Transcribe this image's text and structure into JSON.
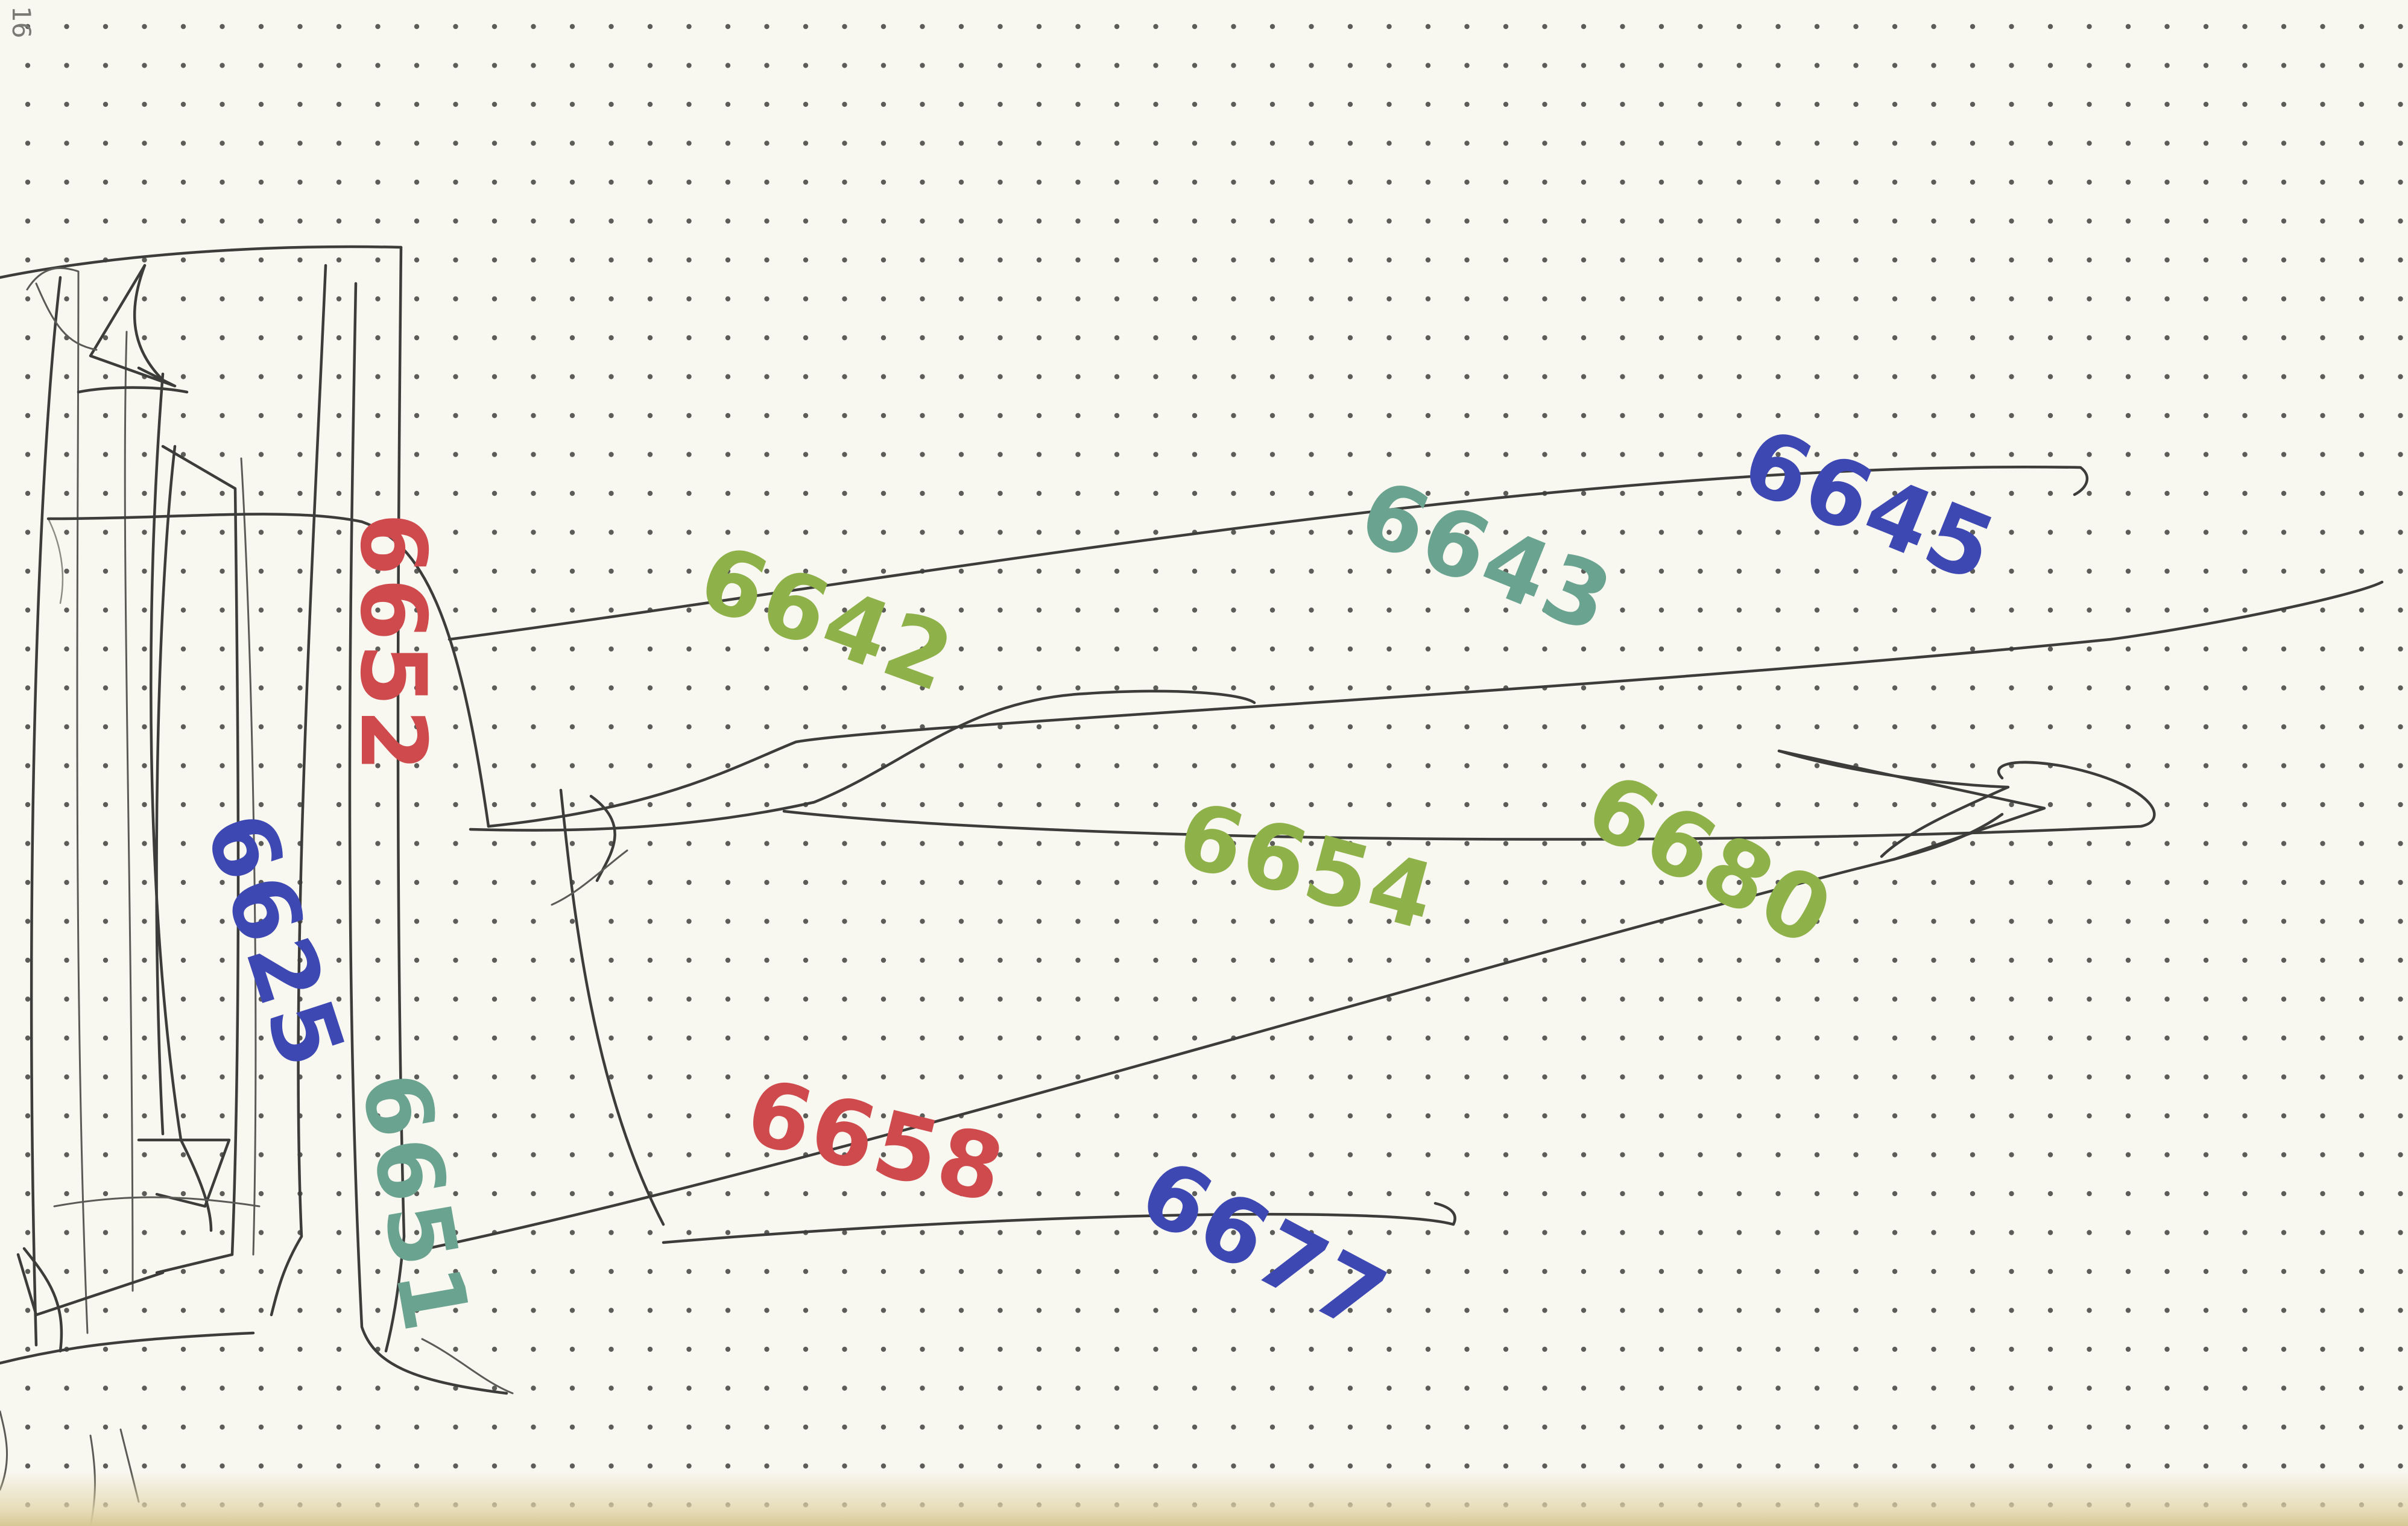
{
  "page_number": "16",
  "colors": {
    "red": "#cf4a4d",
    "green": "#8fb14a",
    "teal": "#6aa491",
    "blue": "#3d48b3",
    "pencil": "#3c3c3a",
    "dots": "#5c5c58"
  },
  "labels": [
    {
      "id": "label-6652",
      "text": "6652",
      "color": "red"
    },
    {
      "id": "label-6642",
      "text": "6642",
      "color": "green"
    },
    {
      "id": "label-6643",
      "text": "6643",
      "color": "teal"
    },
    {
      "id": "label-6645",
      "text": "6645",
      "color": "blue"
    },
    {
      "id": "label-6654",
      "text": "6654",
      "color": "green"
    },
    {
      "id": "label-6680",
      "text": "6680",
      "color": "green"
    },
    {
      "id": "label-6625",
      "text": "6625",
      "color": "blue"
    },
    {
      "id": "label-6651",
      "text": "6651",
      "color": "teal"
    },
    {
      "id": "label-6658",
      "text": "6658",
      "color": "red"
    },
    {
      "id": "label-6677",
      "text": "6677",
      "color": "blue"
    }
  ]
}
